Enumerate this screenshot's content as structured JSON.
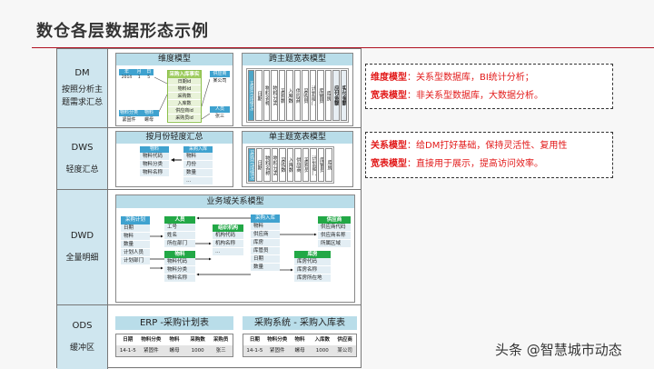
{
  "title": "数仓各层数据形态示例",
  "colors": {
    "accent_red": "#e21a1a",
    "header_blue": "#3fa2cf",
    "header_green": "#22a846",
    "panel_title_bg": "#b9dde9"
  },
  "layers": {
    "dm": {
      "code": "DM",
      "desc": "按照分析主题需求汇总",
      "dim_model": {
        "title": "维度模型",
        "date_table": {
          "headers": [
            "年",
            "月",
            "日"
          ],
          "row": [
            "2014",
            "1",
            "5"
          ]
        },
        "material_table": {
          "headers": [
            "物料分类",
            "物料"
          ],
          "row": [
            "紧固件",
            "螺母"
          ]
        },
        "fact_table": {
          "header": "采购入库事实",
          "rows": [
            "日期id",
            "物料id",
            "采购数",
            "入库数",
            "供应商id",
            "采购员id"
          ]
        },
        "supplier_table": {
          "header": "供应商",
          "row": "某公司"
        },
        "person_table": {
          "header": "人员",
          "row": "张三"
        }
      },
      "cross_wide": {
        "title": "跨主题宽表模型",
        "columns": [
          "采购完成情况",
          "日期",
          "物料名称",
          "物料分类",
          "采购数",
          "入库数",
          "供应商",
          "采购员",
          "计划部门",
          "库管员",
          "库房",
          "应付金额",
          "实付金额"
        ]
      }
    },
    "dws": {
      "code": "DWS",
      "desc": "轻度汇总",
      "monthly": {
        "title": "按月份轻度汇总",
        "material": {
          "header": "物料",
          "rows": [
            "物料代码",
            "物料分类",
            "物料名称"
          ]
        },
        "purchase": {
          "header": "采购入库",
          "rows": [
            "物料",
            "月份",
            "数量",
            "…"
          ]
        }
      },
      "single_wide": {
        "title": "单主题宽表模型",
        "columns": [
          "采购完成情况",
          "日期",
          "物料名称",
          "物料分类",
          "采购数",
          "入库数",
          "供应商",
          "采购员",
          "计划部门",
          "库管员",
          "库房"
        ]
      }
    },
    "dwd": {
      "code": "DWD",
      "desc": "全量明细",
      "title": "业务域关系模型",
      "plan": {
        "header": "采购计划",
        "rows": [
          "日期",
          "物料",
          "数量",
          "计划人员",
          "计划部门"
        ]
      },
      "person": {
        "header": "人员",
        "rows": [
          "工号",
          "姓名",
          "所在部门"
        ]
      },
      "org": {
        "header": "组织机构",
        "rows": [
          "机构代码",
          "机构名称",
          "…"
        ]
      },
      "material": {
        "header": "物料",
        "rows": [
          "物料代码",
          "物料分类",
          "物料名称"
        ]
      },
      "inbound": {
        "header": "采购入库",
        "rows": [
          "物料",
          "供应商",
          "库房",
          "库管员",
          "日期",
          "数量"
        ]
      },
      "supplier": {
        "header": "供应商",
        "rows": [
          "供应商代码",
          "供应商名称",
          "所属区域"
        ]
      },
      "warehouse": {
        "header": "库房",
        "rows": [
          "库房代码",
          "库房名称",
          "库房所在地"
        ]
      }
    },
    "ods": {
      "code": "ODS",
      "desc": "缓冲区",
      "erp": {
        "title": "ERP -采购计划表",
        "headers": [
          "日期",
          "物料分类",
          "物料",
          "采购数",
          "采购员"
        ],
        "row": [
          "14-1-5",
          "紧固件",
          "螺母",
          "1000",
          "张三"
        ]
      },
      "pur": {
        "title": "采购系统 - 采购入库表",
        "headers": [
          "日期",
          "物料分类",
          "物料",
          "入库数",
          "供应商"
        ],
        "row": [
          "14-1-5",
          "紧固件",
          "螺母",
          "1000",
          "某公司"
        ]
      }
    }
  },
  "notes": [
    {
      "l1_key": "维度模型",
      "l1_text": "：关系型数据库，BI统计分析；",
      "l2_key": "宽表模型",
      "l2_text": "：非关系型数据库，大数据分析。"
    },
    {
      "l1_key": "关系模型",
      "l1_text": "：给DM打好基础，保持灵活性、复用性",
      "l2_key": "宽表模型",
      "l2_text": "：直接用于展示，提高访问效率。"
    }
  ],
  "watermark": "头条 @智慧城市动态"
}
